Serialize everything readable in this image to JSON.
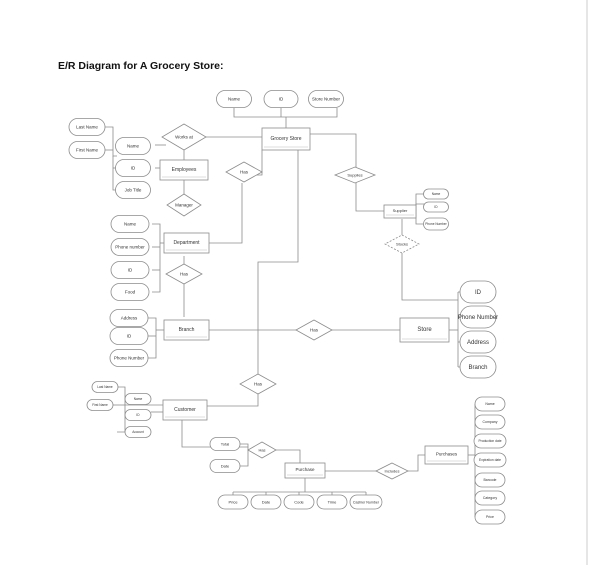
{
  "page": {
    "title": "E/R Diagram for A Grocery Store:"
  },
  "colors": {
    "line": "#8c8c8c",
    "shape_fill": "#ffffff",
    "text": "#333333",
    "background": "#ffffff"
  },
  "entities": [
    {
      "id": "grocery_store",
      "label": "Grocery Store"
    },
    {
      "id": "employees",
      "label": "Employees"
    },
    {
      "id": "supplier",
      "label": "Supplier"
    },
    {
      "id": "department",
      "label": "Department"
    },
    {
      "id": "branch",
      "label": "Branch"
    },
    {
      "id": "store",
      "label": "Store"
    },
    {
      "id": "customer",
      "label": "Customer"
    },
    {
      "id": "purchase",
      "label": "Purchase"
    },
    {
      "id": "purchases",
      "label": "Purchases"
    }
  ],
  "relationships": [
    {
      "id": "works_at",
      "label": "Works at"
    },
    {
      "id": "manager",
      "label": "Manager"
    },
    {
      "id": "has_emp",
      "label": "Has"
    },
    {
      "id": "supplies",
      "label": "Supplies"
    },
    {
      "id": "stocks",
      "label": "Stocks"
    },
    {
      "id": "has_dept",
      "label": "Has"
    },
    {
      "id": "has_branch",
      "label": "Has"
    },
    {
      "id": "has_customer",
      "label": "Has"
    },
    {
      "id": "has_purchase",
      "label": "Has"
    },
    {
      "id": "includes",
      "label": "Includes"
    }
  ],
  "attributes": [
    {
      "id": "gs_name",
      "label": "Name"
    },
    {
      "id": "gs_id",
      "label": "ID"
    },
    {
      "id": "gs_store_number",
      "label": "Store Number"
    },
    {
      "id": "emp_last_name",
      "label": "Last Name"
    },
    {
      "id": "emp_first_name",
      "label": "First Name"
    },
    {
      "id": "emp_name",
      "label": "Name"
    },
    {
      "id": "emp_id",
      "label": "ID"
    },
    {
      "id": "emp_job_title",
      "label": "Job Title"
    },
    {
      "id": "sup_name",
      "label": "Name"
    },
    {
      "id": "sup_id",
      "label": "ID"
    },
    {
      "id": "sup_phone",
      "label": "Phone Number"
    },
    {
      "id": "dept_name",
      "label": "Name"
    },
    {
      "id": "dept_phone",
      "label": "Phone number"
    },
    {
      "id": "dept_id",
      "label": "ID"
    },
    {
      "id": "dept_food",
      "label": "Food"
    },
    {
      "id": "br_address",
      "label": "Address"
    },
    {
      "id": "br_id",
      "label": "ID"
    },
    {
      "id": "br_phone",
      "label": "Phone Number"
    },
    {
      "id": "st_id",
      "label": "ID"
    },
    {
      "id": "st_phone",
      "label": "Phone Number"
    },
    {
      "id": "st_address",
      "label": "Address"
    },
    {
      "id": "st_branch",
      "label": "Branch"
    },
    {
      "id": "cu_last_name",
      "label": "Last Name"
    },
    {
      "id": "cu_first_name",
      "label": "First Name"
    },
    {
      "id": "cu_name",
      "label": "Name"
    },
    {
      "id": "cu_id",
      "label": "ID"
    },
    {
      "id": "cu_account",
      "label": "Account"
    },
    {
      "id": "ph_total",
      "label": "Total"
    },
    {
      "id": "ph_date",
      "label": "Date"
    },
    {
      "id": "pu_price",
      "label": "Price"
    },
    {
      "id": "pu_date",
      "label": "Date"
    },
    {
      "id": "pu_code",
      "label": "Code"
    },
    {
      "id": "pu_time",
      "label": "Time"
    },
    {
      "id": "pu_cashier",
      "label": "Cashier Number"
    },
    {
      "id": "ps_name",
      "label": "Name"
    },
    {
      "id": "ps_company",
      "label": "Company"
    },
    {
      "id": "ps_production",
      "label": "Production date"
    },
    {
      "id": "ps_expiration",
      "label": "Expiration date"
    },
    {
      "id": "ps_barcode",
      "label": "Barcode"
    },
    {
      "id": "ps_category",
      "label": "Category"
    },
    {
      "id": "ps_price",
      "label": "Price"
    }
  ]
}
